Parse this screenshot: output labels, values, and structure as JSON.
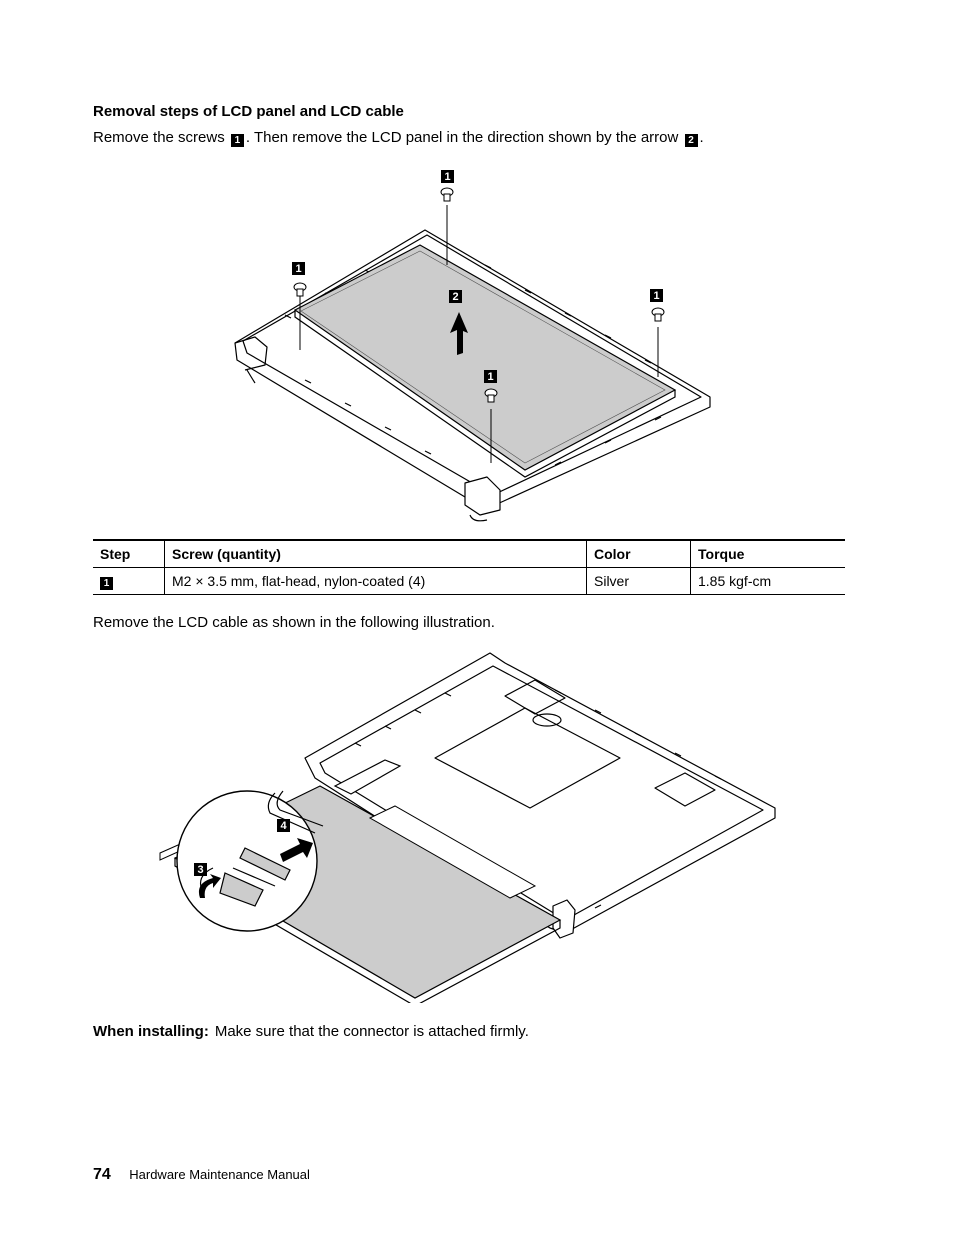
{
  "section_title": "Removal steps of LCD panel and LCD cable",
  "instruction1": {
    "part1": "Remove the screws",
    "step1": "1",
    "part2": ". Then remove the LCD panel in the direction shown by the arrow",
    "step2": "2",
    "part3": "."
  },
  "figure1": {
    "callouts": [
      "1",
      "1",
      "1",
      "1",
      "2"
    ]
  },
  "table": {
    "headers": [
      "Step",
      "Screw (quantity)",
      "Color",
      "Torque"
    ],
    "rows": [
      {
        "step": "1",
        "screw": "M2 × 3.5 mm, flat-head, nylon-coated (4)",
        "color": "Silver",
        "torque": "1.85 kgf-cm"
      }
    ]
  },
  "instruction2": "Remove the LCD cable as shown in the following illustration.",
  "figure2": {
    "callouts": [
      "3",
      "4"
    ]
  },
  "installing": {
    "label": "When installing:",
    "text": "Make sure that the connector is attached firmly."
  },
  "footer": {
    "page_number": "74",
    "manual_title": "Hardware Maintenance Manual"
  },
  "colors": {
    "panel_fill": "#cccccc",
    "badge": "#000000"
  }
}
